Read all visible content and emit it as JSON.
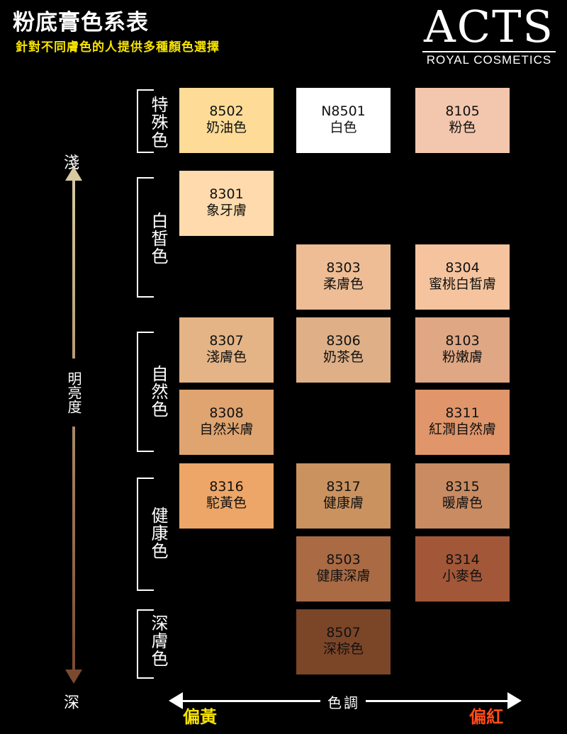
{
  "header": {
    "title": "粉底膏色系表",
    "subtitle": "針對不同膚色的人提供多種顏色選擇",
    "brand": "ACTS",
    "brand_sub": "ROYAL COSMETICS"
  },
  "axis": {
    "light": "淺",
    "dark": "深",
    "brightness": "明亮度",
    "hue": "色調",
    "hue_left": "偏黃",
    "hue_right": "偏紅",
    "hue_left_color": "#f7e300",
    "hue_right_color": "#ff4b1a"
  },
  "groups": {
    "special": "特殊色",
    "fair": "白皙色",
    "natural": "自然色",
    "healthy": "健康色",
    "deep": "深膚色"
  },
  "swatches": {
    "s8502": {
      "code": "8502",
      "name": "奶油色",
      "color": "#fedb97"
    },
    "sN8501": {
      "code": "N8501",
      "name": "白色",
      "color": "#ffffff"
    },
    "s8105": {
      "code": "8105",
      "name": "粉色",
      "color": "#f3c7ad"
    },
    "s8301": {
      "code": "8301",
      "name": "象牙膚",
      "color": "#fedaac"
    },
    "s8303": {
      "code": "8303",
      "name": "柔膚色",
      "color": "#eebd95"
    },
    "s8304": {
      "code": "8304",
      "name": "蜜桃白皙膚",
      "color": "#f5c49e"
    },
    "s8307": {
      "code": "8307",
      "name": "淺膚色",
      "color": "#e4b486"
    },
    "s8306": {
      "code": "8306",
      "name": "奶茶色",
      "color": "#dfb088"
    },
    "s8103": {
      "code": "8103",
      "name": "粉嫩膚",
      "color": "#dfa784"
    },
    "s8308": {
      "code": "8308",
      "name": "自然米膚",
      "color": "#dfa470"
    },
    "s8311": {
      "code": "8311",
      "name": "紅潤自然膚",
      "color": "#e0966a"
    },
    "s8316": {
      "code": "8316",
      "name": "駝黃色",
      "color": "#eda667"
    },
    "s8317": {
      "code": "8317",
      "name": "健康膚",
      "color": "#c9925f"
    },
    "s8315": {
      "code": "8315",
      "name": "暖膚色",
      "color": "#c88b62"
    },
    "s8503": {
      "code": "8503",
      "name": "健康深膚",
      "color": "#a96a44"
    },
    "s8314": {
      "code": "8314",
      "name": "小麥色",
      "color": "#a25738"
    },
    "s8507": {
      "code": "8507",
      "name": "深棕色",
      "color": "#7b4528"
    }
  }
}
